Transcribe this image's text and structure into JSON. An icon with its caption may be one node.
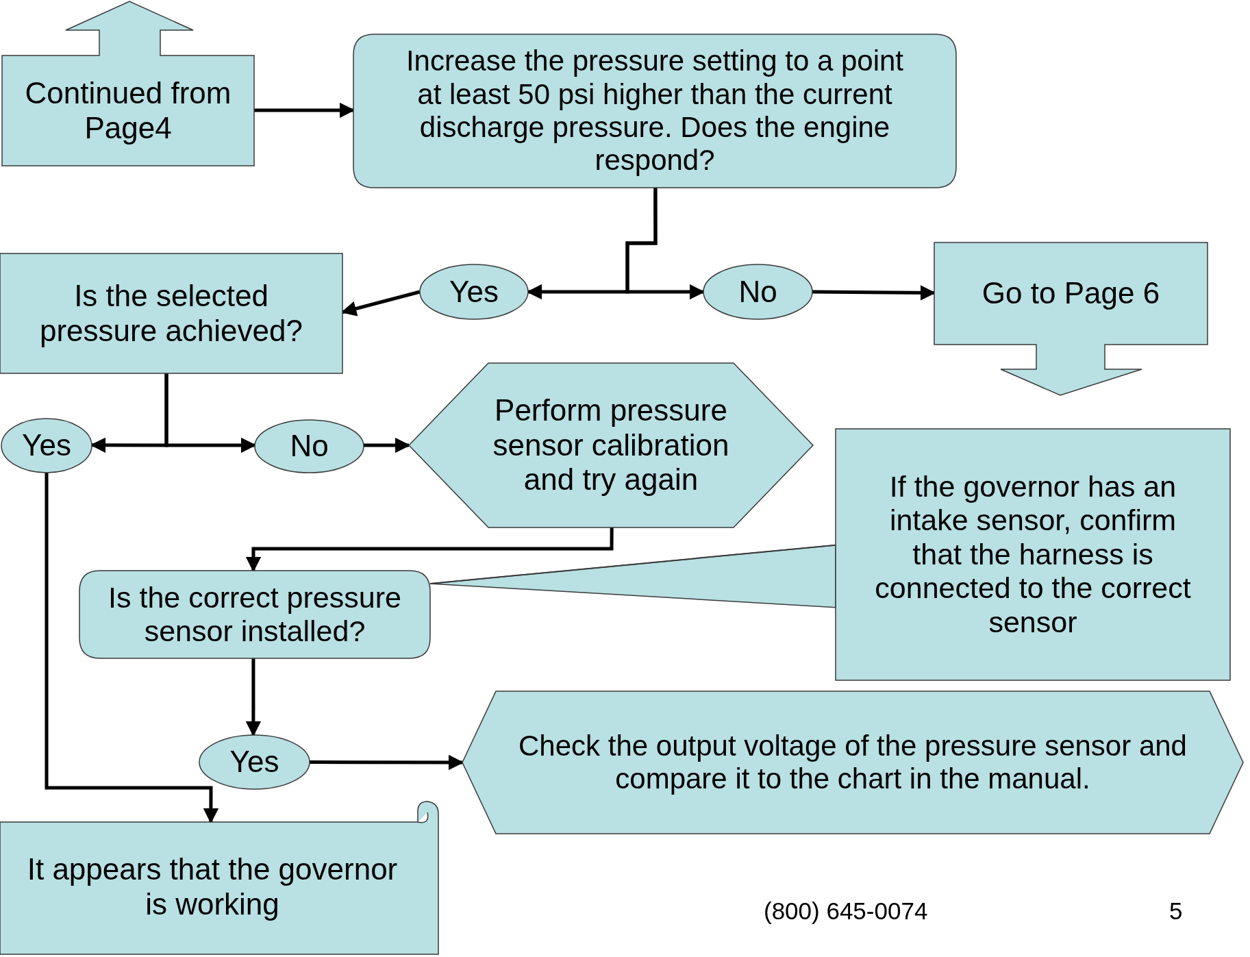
{
  "diagram": {
    "nodes": [
      {
        "text": [
          "Continued from Page4"
        ]
      },
      {
        "text": [
          "Increase the pressure setting to a point at least 50 psi higher than the current discharge pressure. Does the engine respond?"
        ]
      },
      {
        "text": [
          "Yes"
        ]
      },
      {
        "text": [
          "No"
        ]
      },
      {
        "text": [
          "Go to Page 6"
        ]
      },
      {
        "text": [
          "Is the selected pressure achieved?"
        ]
      },
      {
        "text": [
          "Yes"
        ]
      },
      {
        "text": [
          "No"
        ]
      },
      {
        "text": [
          "Perform pressure sensor calibration and try again"
        ]
      },
      {
        "text": [
          "If the governor has an intake sensor, confirm that the harness is connected to the correct sensor"
        ]
      },
      {
        "text": [
          "Is the correct pressure sensor installed?"
        ]
      },
      {
        "text": [
          "Yes"
        ]
      },
      {
        "text": [
          "Check the output voltage of the pressure sensor and compare it to the chart in the manual."
        ]
      },
      {
        "text": [
          "It appears that the governor is working"
        ]
      }
    ],
    "edges": [
      {
        "from": 0,
        "to": 1,
        "arrow": "to"
      },
      {
        "from": 1,
        "to": 2,
        "arrow": "to"
      },
      {
        "from": 1,
        "to": 3,
        "arrow": "to"
      },
      {
        "from": 3,
        "to": 4,
        "arrow": "to"
      },
      {
        "from": 2,
        "to": 5,
        "arrow": "to"
      },
      {
        "from": 5,
        "to": 6,
        "arrow": "to"
      },
      {
        "from": 5,
        "to": 7,
        "arrow": "to"
      },
      {
        "from": 7,
        "to": 8,
        "arrow": "to"
      },
      {
        "from": 8,
        "to": 10,
        "arrow": "to"
      },
      {
        "from": 10,
        "to": 11,
        "arrow": "to"
      },
      {
        "from": 11,
        "to": 12,
        "arrow": "to"
      },
      {
        "from": 6,
        "to": 13,
        "arrow": "to"
      },
      {
        "from": 9,
        "to": 10,
        "arrow": "none"
      }
    ],
    "labels": [
      "(800) 645-0074",
      "5"
    ]
  }
}
